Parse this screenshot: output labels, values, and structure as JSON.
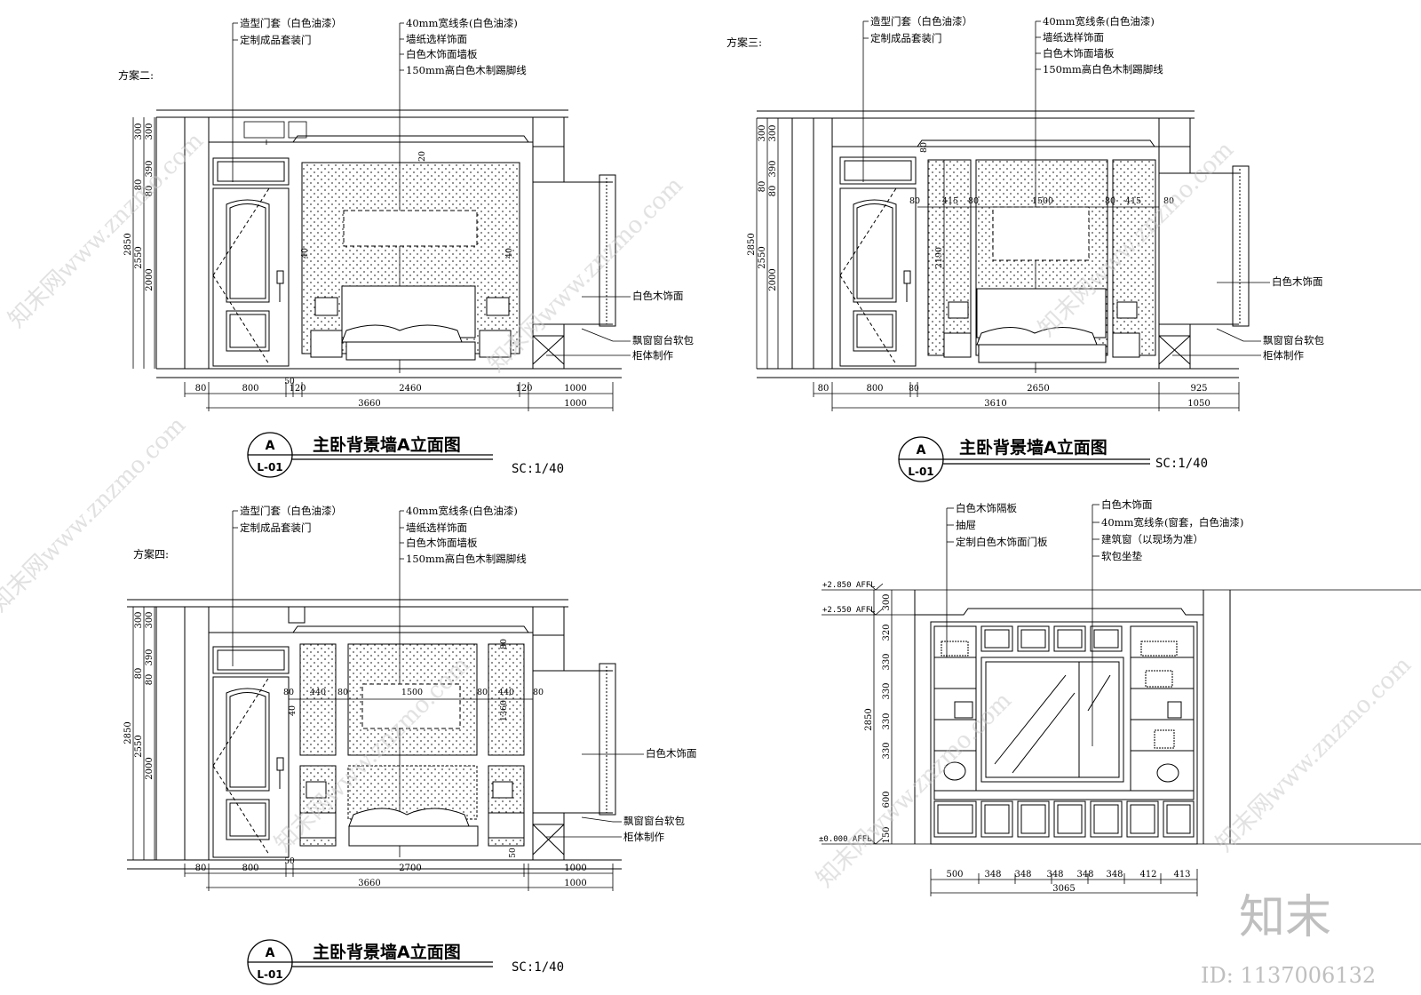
{
  "panels": [
    {
      "scheme": "方案二:",
      "notes_left": [
        "造型门套（白色油漆）",
        "定制成品套装门"
      ],
      "notes_right": [
        "40mm宽线条(白色油漆)",
        "墙纸选样饰面",
        "白色木饰面墙板",
        "150mm高白色木制踢脚线"
      ],
      "side_notes": [
        "白色木饰面",
        "飘窗窗台软包",
        "柜体制作"
      ],
      "vdims": [
        "2850",
        "2550",
        "2000",
        "300",
        "390",
        "80",
        "300",
        "80"
      ],
      "inner_dims": [
        "20",
        "40",
        "40"
      ],
      "bottom_dims_1": [
        "80",
        "800",
        "50",
        "120",
        "2460",
        "120",
        "1000"
      ],
      "bottom_dims_2": [
        "3660",
        "1000"
      ],
      "title": "主卧背景墙A立面图",
      "tag_top": "A",
      "tag_bottom": "L-01",
      "scale": "SC:1/40"
    },
    {
      "scheme": "方案三:",
      "notes_left": [
        "造型门套（白色油漆）",
        "定制成品套装门"
      ],
      "notes_right": [
        "40mm宽线条(白色油漆)",
        "墙纸选样饰面",
        "白色木饰面墙板",
        "150mm高白色木制踢脚线"
      ],
      "side_notes": [
        "白色木饰面",
        "飘窗窗台软包",
        "柜体制作"
      ],
      "vdims": [
        "2850",
        "2550",
        "2000",
        "300",
        "390",
        "80",
        "300",
        "80"
      ],
      "inner_dims": [
        "80",
        "415",
        "80",
        "1500",
        "80",
        "415",
        "80",
        "2190",
        "80"
      ],
      "bottom_dims_1": [
        "80",
        "800",
        "80",
        "2650",
        "925"
      ],
      "bottom_dims_2": [
        "3610",
        "1050"
      ],
      "title": "主卧背景墙A立面图",
      "tag_top": "A",
      "tag_bottom": "L-01",
      "scale": "SC:1/40"
    },
    {
      "scheme": "方案四:",
      "notes_left": [
        "造型门套（白色油漆）",
        "定制成品套装门"
      ],
      "notes_right": [
        "40mm宽线条(白色油漆)",
        "墙纸选样饰面",
        "白色木饰面墙板",
        "150mm高白色木制踢脚线"
      ],
      "side_notes": [
        "白色木饰面",
        "飘窗窗台软包",
        "柜体制作"
      ],
      "vdims": [
        "2850",
        "2550",
        "2000",
        "300",
        "390",
        "80",
        "300",
        "80"
      ],
      "inner_dims": [
        "80",
        "440",
        "80",
        "1500",
        "80",
        "440",
        "80",
        "40",
        "1360",
        "80"
      ],
      "bottom_dims_1": [
        "80",
        "800",
        "50",
        "2700",
        "50",
        "1000"
      ],
      "bottom_dims_2": [
        "3660",
        "1000"
      ],
      "title": "主卧背景墙A立面图",
      "tag_top": "A",
      "tag_bottom": "L-01",
      "scale": "SC:1/40"
    },
    {
      "notes_left": [
        "白色木饰隔板",
        "抽屉",
        "定制白色木饰面门板"
      ],
      "notes_right": [
        "白色木饰面",
        "40mm宽线条(窗套，白色油漆)",
        "建筑窗（以现场为准）",
        "软包坐垫"
      ],
      "levels": [
        "+2.850 AFFL",
        "+2.550 AFFL",
        "±0.000 AFFL"
      ],
      "vdims": [
        "2850",
        "300",
        "320",
        "330",
        "330",
        "330",
        "330",
        "600",
        "150"
      ],
      "bottom_dims_1": [
        "500",
        "348",
        "348",
        "348",
        "348",
        "348",
        "412",
        "413"
      ],
      "bottom_dims_2": [
        "3065"
      ]
    }
  ],
  "watermark": {
    "text": "知末网www.znzmo.com",
    "logo": "知末",
    "id": "ID: 1137006132"
  }
}
